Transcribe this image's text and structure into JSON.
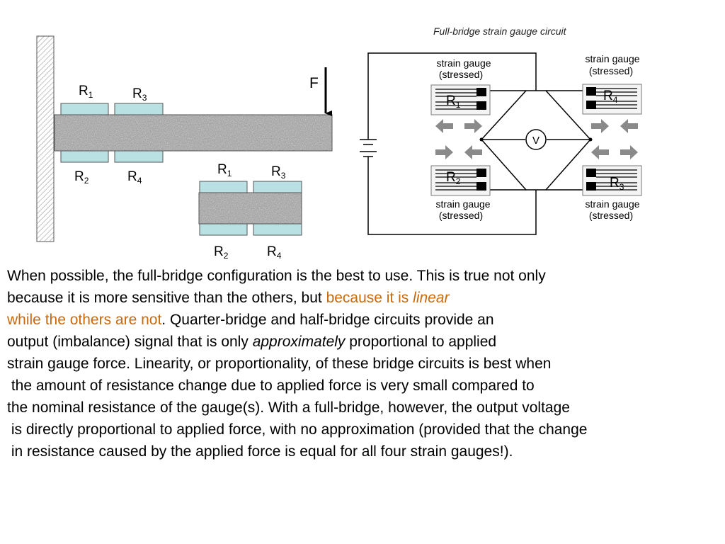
{
  "beam": {
    "force_label": "F",
    "top_labels": [
      {
        "main": "R",
        "sub": "1"
      },
      {
        "main": "R",
        "sub": "3"
      }
    ],
    "bottom_labels": [
      {
        "main": "R",
        "sub": "2"
      },
      {
        "main": "R",
        "sub": "4"
      }
    ],
    "section_top_labels": [
      {
        "main": "R",
        "sub": "1"
      },
      {
        "main": "R",
        "sub": "3"
      }
    ],
    "section_bottom_labels": [
      {
        "main": "R",
        "sub": "2"
      },
      {
        "main": "R",
        "sub": "4"
      }
    ]
  },
  "circuit": {
    "title": "Full-bridge strain gauge circuit",
    "meter_label": "V",
    "gauges": [
      {
        "line1": "strain gauge",
        "line2": "(stressed)",
        "main": "R",
        "sub": "1"
      },
      {
        "line1": "strain gauge",
        "line2": "(stressed)",
        "main": "R",
        "sub": "4"
      },
      {
        "line1": "strain gauge",
        "line2": "(stressed)",
        "main": "R",
        "sub": "2"
      },
      {
        "line1": "strain gauge",
        "line2": "(stressed)",
        "main": "R",
        "sub": "3"
      }
    ]
  },
  "paragraph": {
    "l1": "When possible, the full-bridge configuration is the best to use. This is true not only",
    "l2a": "because it is more sensitive than the others, but ",
    "l2b": "because it is ",
    "l2c": "linear",
    "l3a": "while the others are not",
    "l3b": ". Quarter-bridge and half-bridge circuits provide an",
    "l4a": "output (imbalance) signal that is only ",
    "l4b": "approximately",
    "l4c": " proportional to applied",
    "l5": "strain gauge force. Linearity, or proportionality, of these bridge circuits is best when",
    "l6": " the amount of resistance change due to applied force is very small compared to",
    "l7": "the nominal resistance of the gauge(s). With a full-bridge, however, the output voltage",
    "l8": " is directly proportional to applied force, with no approximation (provided that the change",
    "l9": " in resistance caused by the applied force is equal for all four strain gauges!)."
  },
  "colors": {
    "gauge_fill": "#b9e0e2",
    "highlight": "#c8690b",
    "arrow_gray": "#8a8a8a"
  }
}
